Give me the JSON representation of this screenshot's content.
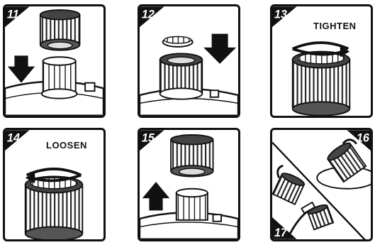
{
  "steps": [
    {
      "number": "11",
      "label": ""
    },
    {
      "number": "12",
      "label": ""
    },
    {
      "number": "13",
      "label": "TIGHTEN"
    },
    {
      "number": "14",
      "label": "LOOSEN"
    },
    {
      "number": "15",
      "label": ""
    },
    {
      "number": "16",
      "label": ""
    },
    {
      "number": "17",
      "label": ""
    }
  ],
  "colors": {
    "ink": "#111111",
    "paper": "#ffffff",
    "shade": "#8a8a8a",
    "light": "#d8d8d8"
  },
  "icons": [
    "down-arrow-icon",
    "up-arrow-icon",
    "rotate-arrow-icon"
  ]
}
